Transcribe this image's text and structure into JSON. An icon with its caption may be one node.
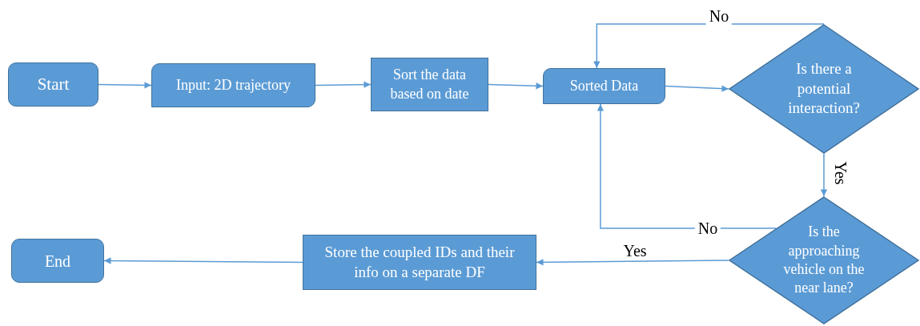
{
  "diagram": {
    "nodes": [
      {
        "text": [
          "Start"
        ]
      },
      {
        "text": [
          "Input: 2D trajectory"
        ]
      },
      {
        "text": [
          "Sort the data based on date"
        ]
      },
      {
        "text": [
          "Sorted Data"
        ]
      },
      {
        "text": [
          "Is there a potential interaction?"
        ]
      },
      {
        "text": [
          "Is the approaching vehicle on the near lane?"
        ]
      },
      {
        "text": [
          "Store the coupled IDs and their info on a separate DF"
        ]
      },
      {
        "text": [
          "End"
        ]
      }
    ],
    "edges": [
      {
        "from": 0,
        "to": 1,
        "arrow": "to"
      },
      {
        "from": 1,
        "to": 2,
        "arrow": "to"
      },
      {
        "from": 2,
        "to": 3,
        "arrow": "to"
      },
      {
        "from": 3,
        "to": 4,
        "arrow": "to"
      },
      {
        "from": 4,
        "to": 3,
        "arrow": "to",
        "label": "No"
      },
      {
        "from": 4,
        "to": 5,
        "arrow": "to",
        "label": "Yes"
      },
      {
        "from": 5,
        "to": 3,
        "arrow": "to",
        "label": "No"
      },
      {
        "from": 5,
        "to": 6,
        "arrow": "to",
        "label": "Yes"
      },
      {
        "from": 6,
        "to": 7,
        "arrow": "to"
      }
    ]
  }
}
